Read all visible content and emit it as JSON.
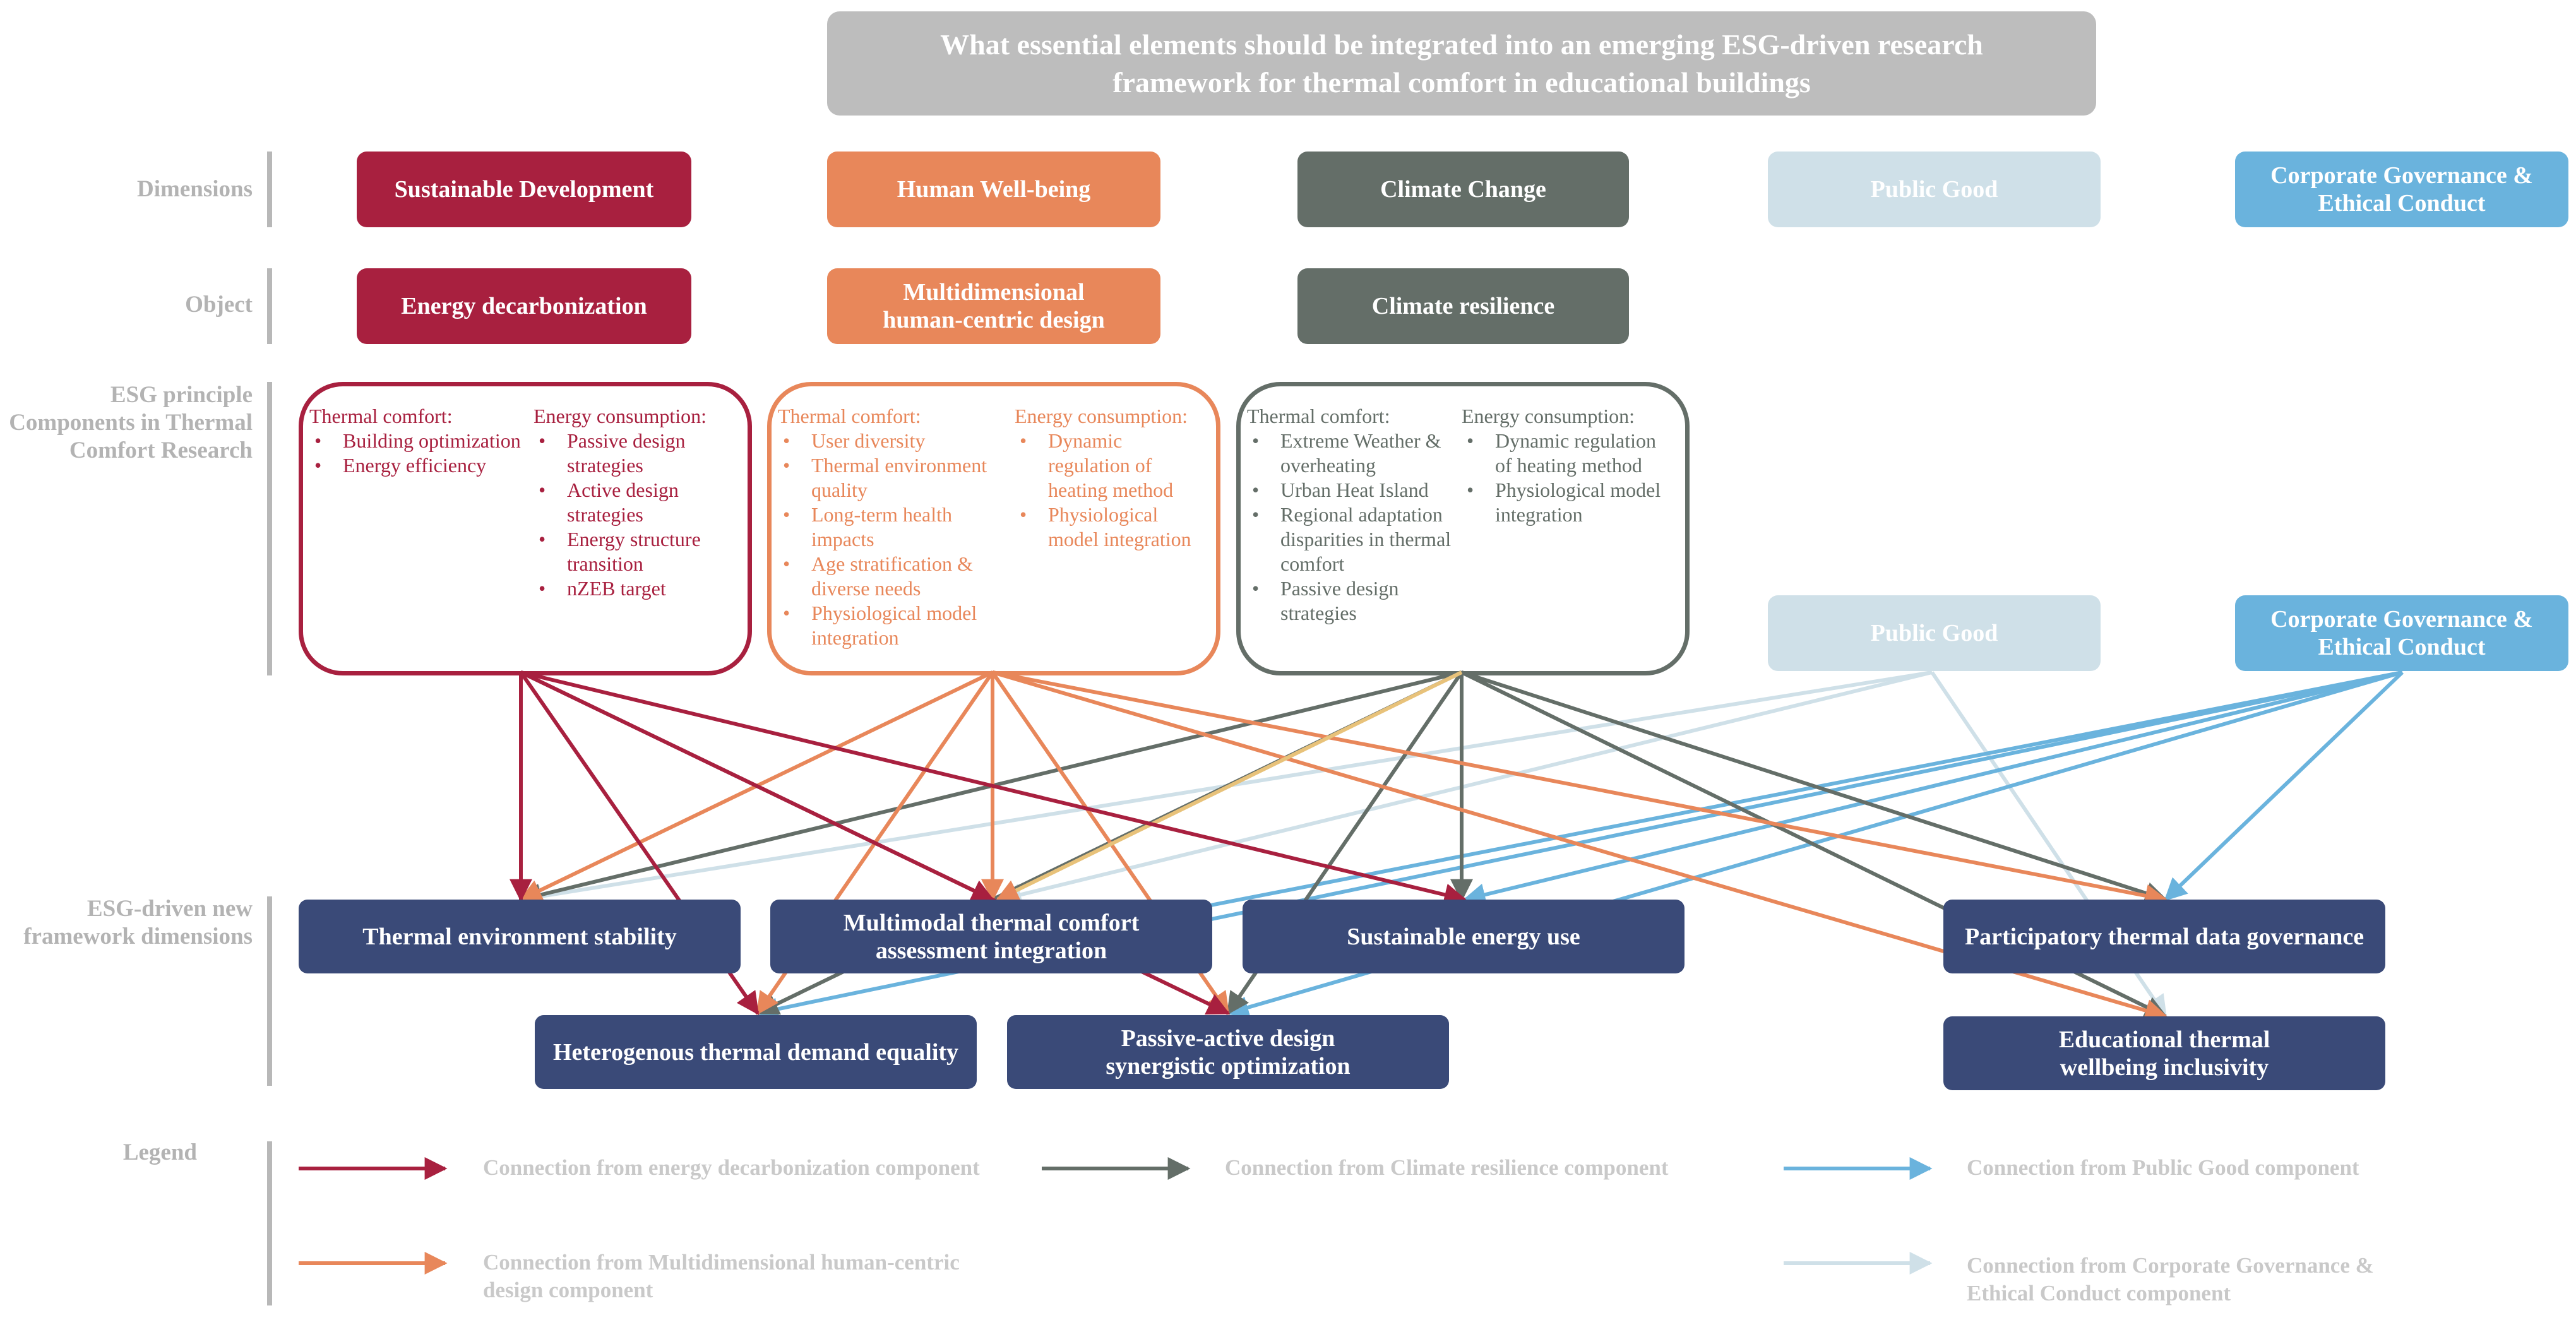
{
  "title": "What essential elements should be integrated into an emerging ESG-driven research framework for thermal comfort in educational buildings",
  "row_labels": {
    "dimensions": "Dimensions",
    "object": "Object",
    "components": "ESG principle Components in Thermal Comfort Research",
    "framework": "ESG-driven new framework dimensions",
    "legend": "Legend"
  },
  "dimensions": {
    "sustainable": "Sustainable Development",
    "wellbeing": "Human Well-being",
    "climate": "Climate Change",
    "public_good": "Public Good",
    "governance": "Corporate Governance & Ethical Conduct"
  },
  "objects": {
    "energy": "Energy decarbonization",
    "human": "Multidimensional human-centric design",
    "climate": "Climate resilience"
  },
  "components": {
    "energy": {
      "thermal_header": "Thermal comfort:",
      "thermal_items": [
        "Building optimization",
        "Energy efficiency"
      ],
      "energy_header": "Energy consumption:",
      "energy_items": [
        "Passive design strategies",
        "Active design strategies",
        "Energy structure transition",
        "nZEB target"
      ]
    },
    "human": {
      "thermal_header": "Thermal comfort:",
      "thermal_items": [
        "User diversity",
        "Thermal environment quality",
        "Long-term health impacts",
        "Age stratification & diverse needs",
        "Physiological model integration"
      ],
      "energy_header": "Energy consumption:",
      "energy_items": [
        "Dynamic regulation of heating method",
        "Physiological model integration"
      ]
    },
    "climate": {
      "thermal_header": "Thermal comfort:",
      "thermal_items": [
        "Extreme Weather & overheating",
        "Urban Heat Island",
        "Regional adaptation disparities in thermal comfort",
        "Passive design strategies"
      ],
      "energy_header": "Energy consumption:",
      "energy_items": [
        "Dynamic regulation of heating method",
        "Physiological model integration"
      ]
    },
    "public_good": "Public Good",
    "governance": "Corporate Governance & Ethical Conduct"
  },
  "framework": {
    "stability": "Thermal environment stability",
    "multimodal": "Multimodal thermal comfort assessment integration",
    "sustainable_energy": "Sustainable energy use",
    "participatory": "Participatory thermal data governance",
    "heterogenous": "Heterogenous thermal demand equality",
    "passive_active": "Passive-active design synergistic optimization",
    "educational": "Educational thermal wellbeing inclusivity"
  },
  "legend": {
    "energy": "Connection from energy decarbonization component",
    "climate": "Connection from Climate resilience component",
    "public_good": "Connection from Public Good component",
    "human": "Connection from Multidimensional human-centric design component",
    "governance": "Connection from Corporate Governance & Ethical Conduct component"
  },
  "colors": {
    "energy": "#a8203f",
    "human": "#e8875a",
    "climate": "#646e68",
    "public_good": "#cfe0e8",
    "governance": "#6ab3dd",
    "framework": "#3a4a78",
    "label_gray": "#b3b3b3",
    "title_bg": "#bdbdbd"
  }
}
